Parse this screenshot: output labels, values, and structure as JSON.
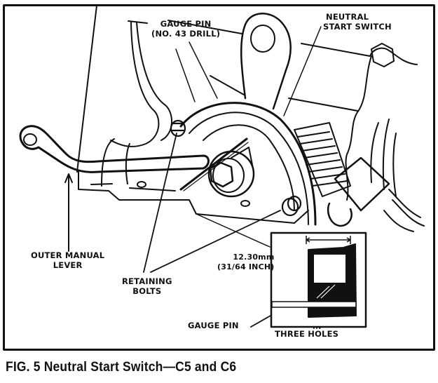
{
  "figure": {
    "caption": "FIG. 5 Neutral Start Switch—C5 and C6",
    "labels": {
      "gauge_pin_top_line1": "GAUGE PIN",
      "gauge_pin_top_line2": "(NO. 43 DRILL)",
      "neutral_switch_line1": "NEUTRAL",
      "neutral_switch_line2": "START SWITCH",
      "outer_lever_line1": "OUTER MANUAL",
      "outer_lever_line2": "LEVER",
      "retaining_bolts_line1": "RETAINING",
      "retaining_bolts_line2": "BOLTS",
      "dimension_line1": "12.30mm",
      "dimension_line2": "(31/64 INCH)",
      "gauge_pin_inset": "GAUGE PIN",
      "three_holes": "THREE HOLES"
    }
  }
}
